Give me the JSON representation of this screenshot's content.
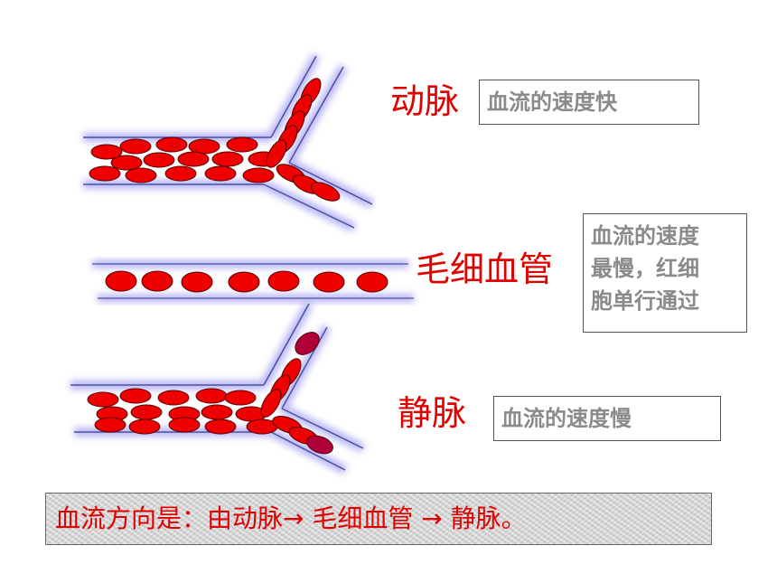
{
  "labels": {
    "artery": "动脉",
    "capillary": "毛细血管",
    "vein": "静脉"
  },
  "descriptions": {
    "artery": "血流的速度快",
    "capillary": "血流的速度\n最慢，红细\n胞单行通过",
    "vein": "血流的速度慢"
  },
  "flow": {
    "text": "血流方向是：由动脉→ 毛细血管 → 静脉。"
  },
  "colors": {
    "label_red": "#e00000",
    "cell_red": "#ee0000",
    "vessel_glow": "#a9a6f2",
    "vessel_line": "#4a4fa6",
    "desc_text": "#8a8a8a"
  }
}
